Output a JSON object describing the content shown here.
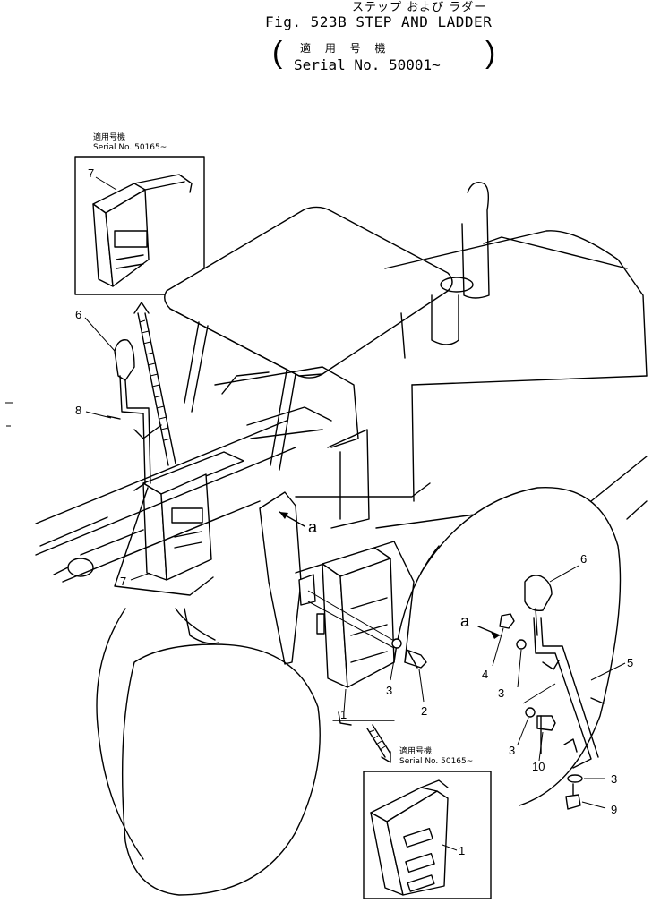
{
  "header": {
    "title_jp": "ステップ および ラダー",
    "title": "Fig. 523B  STEP AND LADDER",
    "applicable_jp": "適 用 号 機",
    "serial": "Serial No. 50001~"
  },
  "insets": {
    "top_left": {
      "applicable_jp": "適用号機",
      "serial": "Serial No. 50165~"
    },
    "bottom_right": {
      "applicable_jp": "適用号機",
      "serial": "Serial No. 50165~"
    }
  },
  "callouts": {
    "c7_inset": "7",
    "c6_left": "6",
    "c8": "8",
    "c7_main": "7",
    "a_left": "a",
    "c6_right": "6",
    "c5": "5",
    "a_right": "a",
    "c4": "4",
    "c3_a": "3",
    "c3_b": "3",
    "c3_c": "3",
    "c3_d": "3",
    "c2": "2",
    "c1_main": "1",
    "c10": "10",
    "c9": "9",
    "c1_inset": "1"
  }
}
